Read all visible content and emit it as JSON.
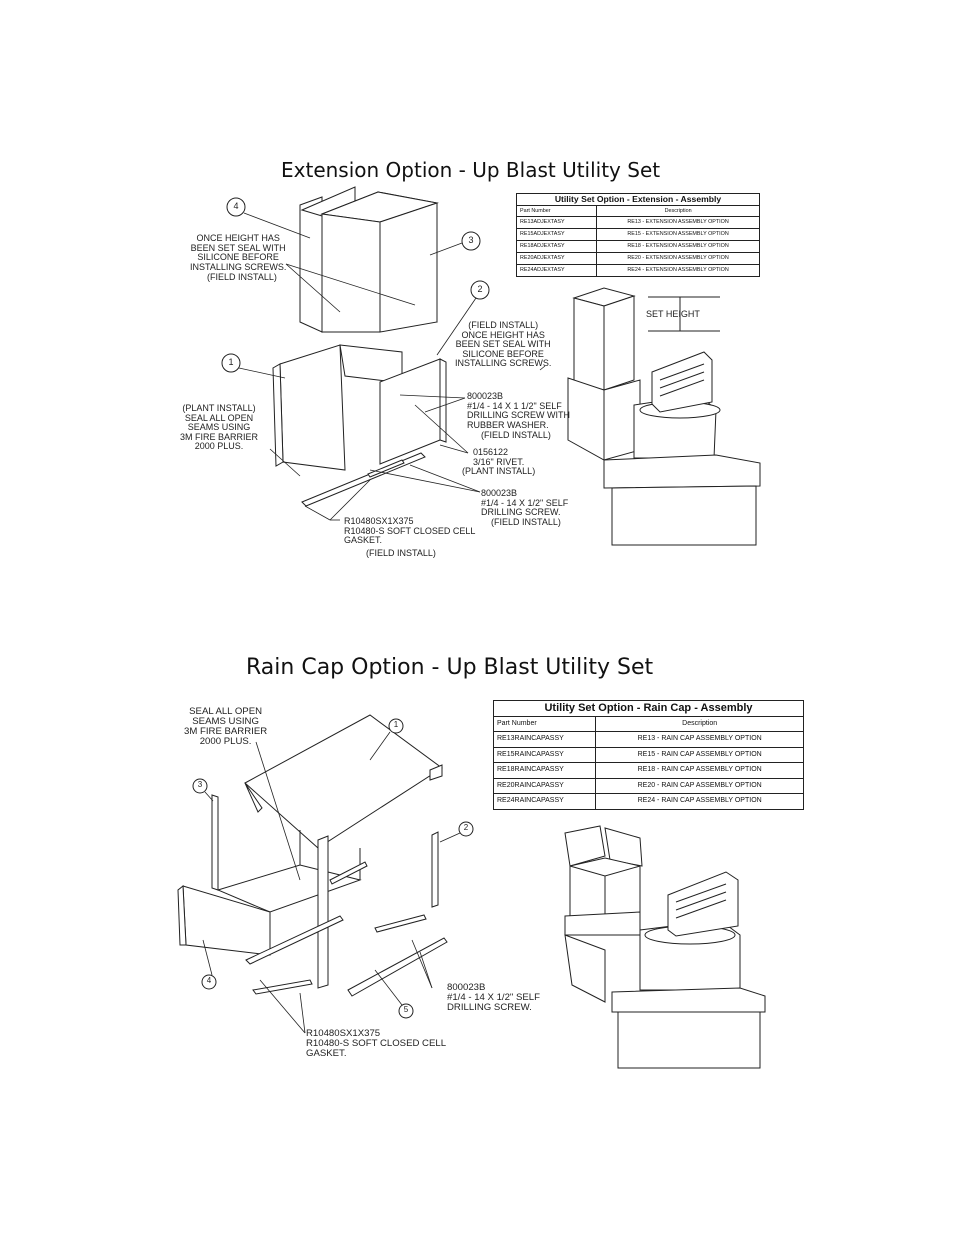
{
  "extension": {
    "title": "Extension Option - Up Blast Utility Set",
    "table": {
      "caption": "Utility Set Option - Extension - Assembly",
      "headers": [
        "Part Number",
        "Description"
      ],
      "rows": [
        [
          "RE13ADJEXTASY",
          "RE13 - EXTENSION ASSEMBLY OPTION"
        ],
        [
          "RE15ADJEXTASY",
          "RE15 - EXTENSION ASSEMBLY OPTION"
        ],
        [
          "RE18ADJEXTASY",
          "RE18 - EXTENSION ASSEMBLY OPTION"
        ],
        [
          "RE20ADJEXTASY",
          "RE20 - EXTENSION ASSEMBLY OPTION"
        ],
        [
          "RE24ADJEXTASY",
          "RE24 - EXTENSION ASSEMBLY OPTION"
        ]
      ]
    },
    "balloons": [
      "4",
      "3",
      "2",
      "1"
    ],
    "notes": {
      "once_height_left": "ONCE HEIGHT HAS\nBEEN SET SEAL WITH\nSILICONE BEFORE\nINSTALLING SCREWS.",
      "field_install_1": "(FIELD INSTALL)",
      "once_height_right": "(FIELD INSTALL)\nONCE HEIGHT HAS\nBEEN SET SEAL WITH\nSILICONE BEFORE\nINSTALLING SCREWS.",
      "plant_install_seal": "(PLANT INSTALL)\nSEAL ALL OPEN\nSEAMS USING\n3M FIRE BARRIER\n2000 PLUS.",
      "screw_rubber": "800023B\n#1/4 - 14 X 1 1/2\" SELF\nDRILLING SCREW WITH\nRUBBER WASHER.",
      "screw_rubber_install": "(FIELD INSTALL)",
      "rivet": "0156122\n3/16\" RIVET.",
      "rivet_install": "(PLANT INSTALL)",
      "screw_self": "800023B\n#1/4 - 14 X 1/2\" SELF\nDRILLING SCREW.",
      "screw_self_install": "(FIELD INSTALL)",
      "gasket": "R10480SX1X375\nR10480-S SOFT CLOSED CELL\nGASKET.",
      "gasket_install": "(FIELD INSTALL)",
      "set_height": "SET HEIGHT"
    }
  },
  "raincap": {
    "title": "Rain Cap Option - Up Blast Utility Set",
    "table": {
      "caption": "Utility Set Option - Rain Cap - Assembly",
      "headers": [
        "Part Number",
        "Description"
      ],
      "rows": [
        [
          "RE13RAINCAPASSY",
          "RE13 - RAIN CAP ASSEMBLY OPTION"
        ],
        [
          "RE15RAINCAPASSY",
          "RE15 - RAIN CAP ASSEMBLY OPTION"
        ],
        [
          "RE18RAINCAPASSY",
          "RE18 - RAIN CAP ASSEMBLY OPTION"
        ],
        [
          "RE20RAINCAPASSY",
          "RE20 - RAIN CAP ASSEMBLY OPTION"
        ],
        [
          "RE24RAINCAPASSY",
          "RE24 - RAIN CAP ASSEMBLY OPTION"
        ]
      ]
    },
    "balloons": [
      "1",
      "3",
      "2",
      "4",
      "5"
    ],
    "notes": {
      "seal": "SEAL ALL OPEN\nSEAMS USING\n3M FIRE BARRIER\n2000 PLUS.",
      "screw_self": "800023B\n#1/4 - 14 X 1/2\" SELF\nDRILLING SCREW.",
      "gasket": "R10480SX1X375\nR10480-S SOFT CLOSED CELL\nGASKET."
    }
  }
}
